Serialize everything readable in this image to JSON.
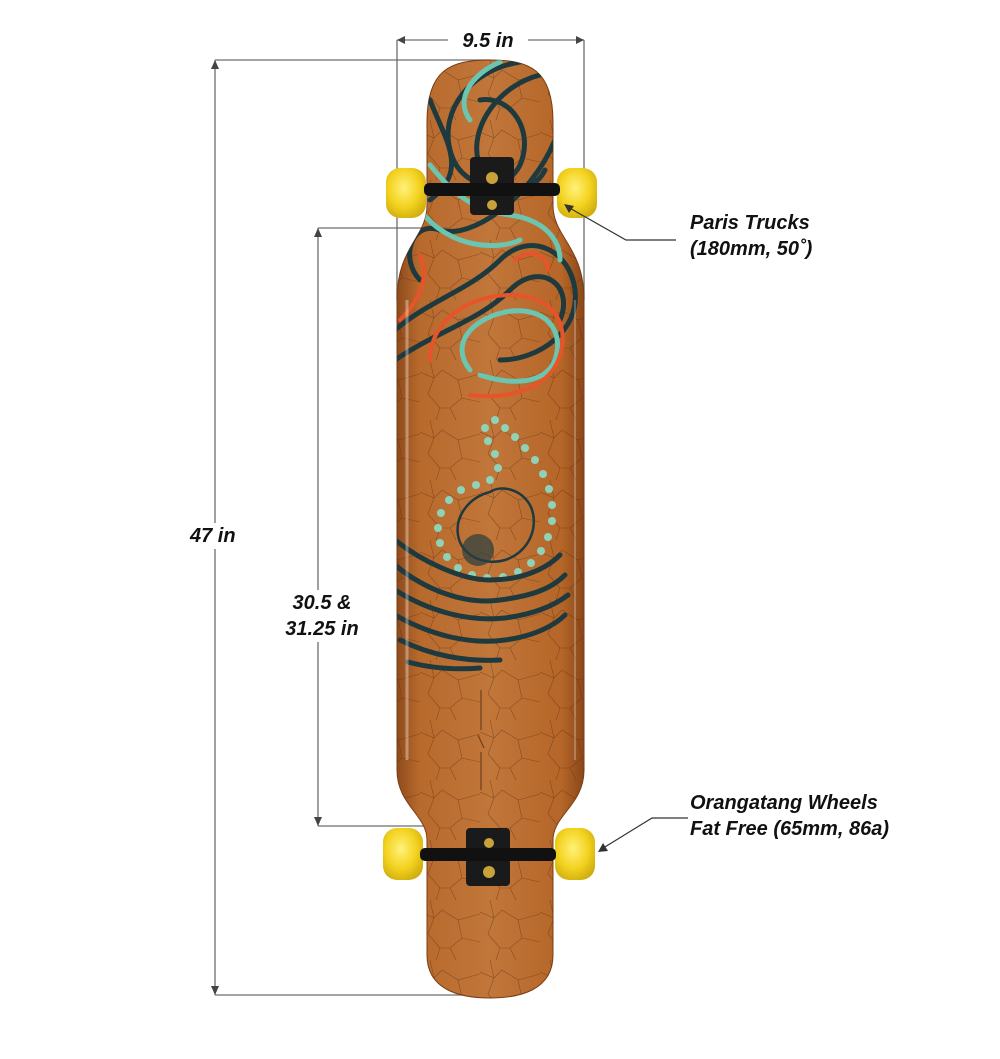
{
  "dimensions": {
    "width": "9.5 in",
    "length": "47 in",
    "wheelbase_line1": "30.5 &",
    "wheelbase_line2": "31.25 in"
  },
  "callouts": {
    "trucks": {
      "line1": "Paris Trucks",
      "line2": "(180mm, 50˚)"
    },
    "wheels": {
      "line1": "Orangatang Wheels",
      "line2": "Fat Free (65mm, 86a)"
    }
  },
  "colors": {
    "deck": "#b86a2c",
    "deck_dark": "#8f4b1c",
    "graphic_dark": "#1f3a3e",
    "graphic_teal": "#6cc5b0",
    "graphic_orange": "#e8542a",
    "wheel": "#f3d21f",
    "truck": "#1a1a1a"
  },
  "icons": {
    "deck": "longboard-deck-icon",
    "truck": "truck-icon",
    "wheel": "wheel-icon"
  }
}
